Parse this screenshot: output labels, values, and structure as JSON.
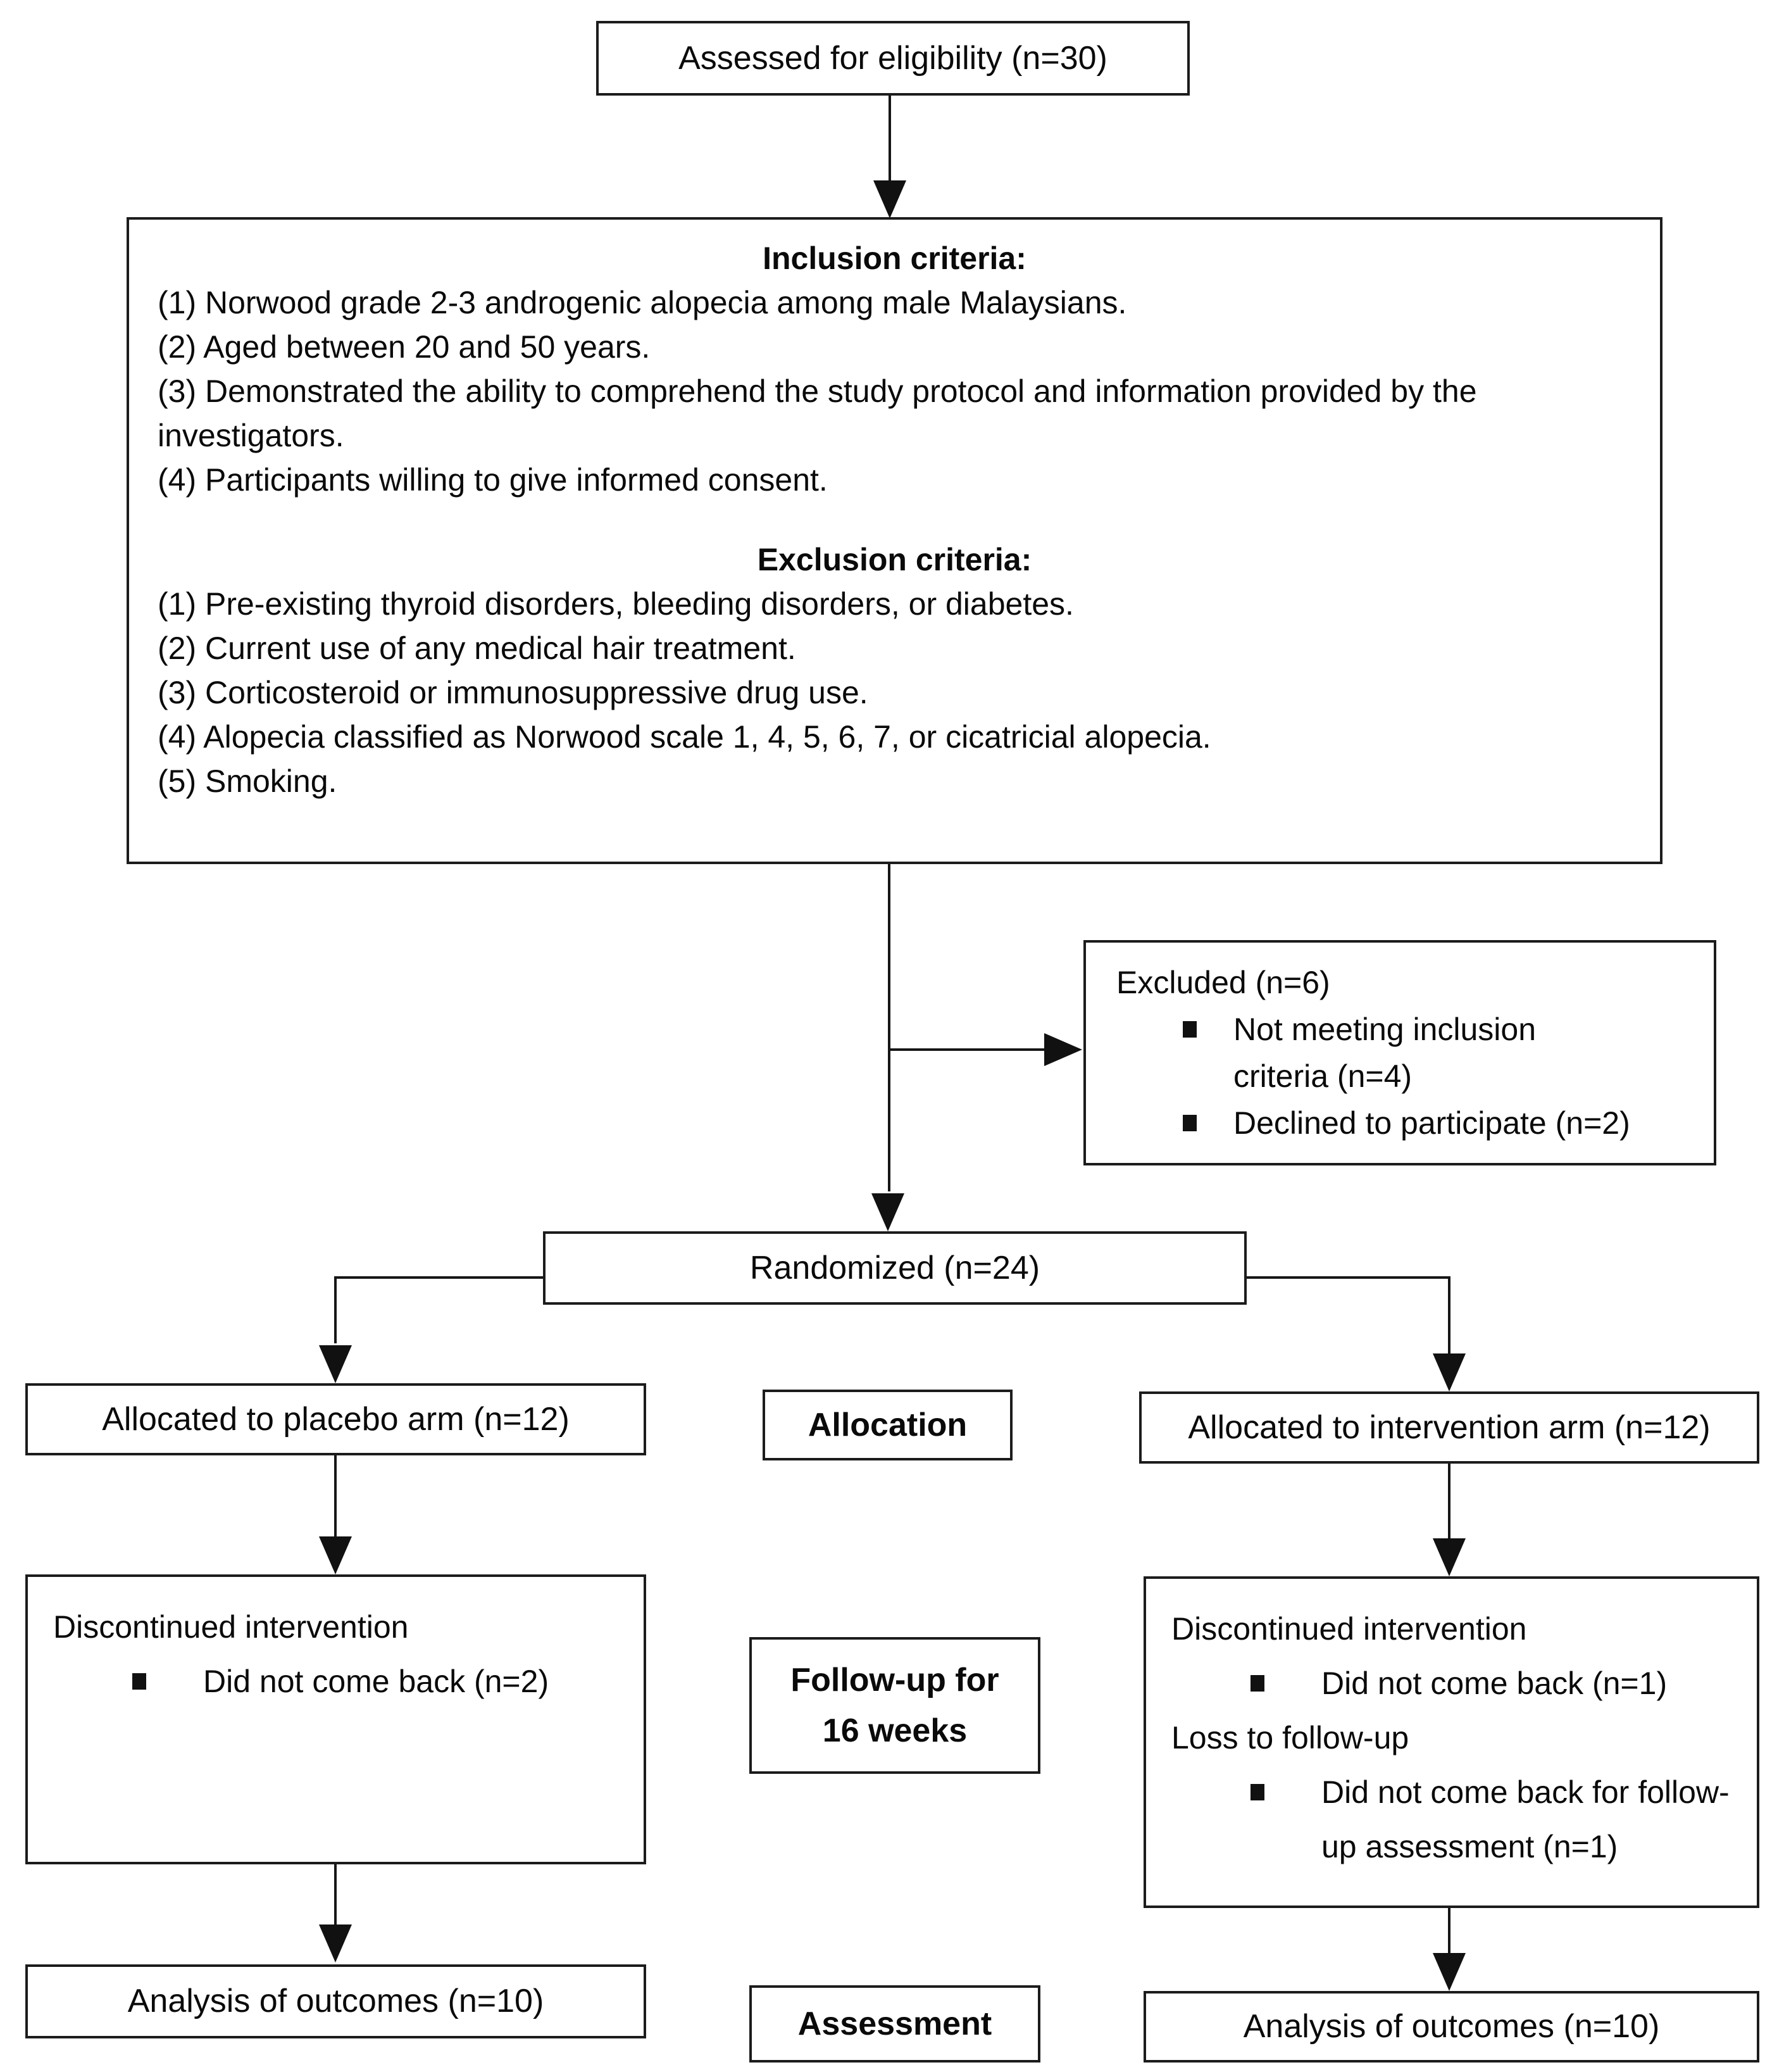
{
  "boxes": {
    "assessed": "Assessed for eligibility (n=30)",
    "criteria": {
      "inclusion_title": "Inclusion criteria:",
      "inclusion_items": [
        "(1) Norwood grade 2-3 androgenic alopecia among male Malaysians.",
        "(2) Aged between 20 and 50 years.",
        "(3) Demonstrated the ability to comprehend the study protocol and information provided by the investigators.",
        "(4) Participants willing to give informed consent."
      ],
      "exclusion_title": "Exclusion criteria:",
      "exclusion_items": [
        "(1) Pre-existing thyroid disorders, bleeding disorders, or diabetes.",
        "(2) Current use of any medical hair treatment.",
        "(3) Corticosteroid or immunosuppressive drug use.",
        "(4) Alopecia classified as Norwood scale 1, 4, 5, 6, 7, or cicatricial alopecia.",
        "(5) Smoking."
      ]
    },
    "excluded": {
      "title": "Excluded (n=6)",
      "bullets": [
        "Not meeting inclusion criteria (n=4)",
        "Declined to participate (n=2)"
      ]
    },
    "randomized": "Randomized (n=24)",
    "allocation_stage": "Allocation",
    "placebo_allocated": "Allocated to placebo arm (n=12)",
    "intervention_allocated": "Allocated to intervention arm (n=12)",
    "followup_stage_line1": "Follow-up for",
    "followup_stage_line2": "16 weeks",
    "placebo_followup": {
      "title": "Discontinued intervention",
      "bullets": [
        "Did not come back (n=2)"
      ]
    },
    "intervention_followup": {
      "title": "Discontinued intervention",
      "bullet1": "Did not come back (n=1)",
      "subtitle": "Loss to follow-up",
      "bullet2": "Did not come back for follow-up assessment (n=1)"
    },
    "assessment_stage": "Assessment",
    "placebo_analysis": "Analysis of outcomes (n=10)",
    "intervention_analysis": "Analysis of outcomes (n=10)"
  }
}
